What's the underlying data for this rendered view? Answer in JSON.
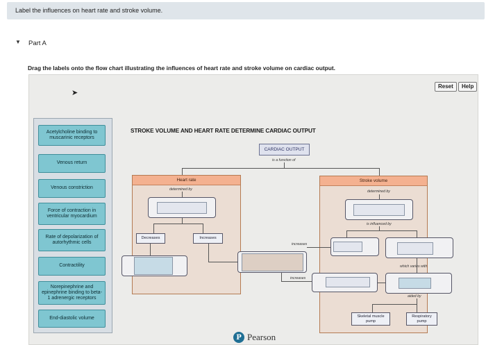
{
  "banner": {
    "text": "Label the influences on heart rate and stroke volume."
  },
  "part": {
    "toggle_icon": "triangle-down-icon",
    "label": "Part A"
  },
  "instructions": "Drag the labels onto the flow chart illustrating the influences of heart rate and stroke volume on cardiac output.",
  "toolbar": {
    "reset": "Reset",
    "help": "Help"
  },
  "labels": [
    "Acetylcholine binding to muscarinic receptors",
    "Venous return",
    "Venous constriction",
    "Force of contraction in ventricular myocardium",
    "Rate of depolarization of autorhythmic cells",
    "Contractility",
    "Norepinephrine and epinephrine binding to beta-1 adrenergic receptors",
    "End-diastolic volume"
  ],
  "chart": {
    "title": "STROKE VOLUME AND HEART RATE DETERMINE CARDIAC OUTPUT",
    "cardiac_output": "CARDIAC OUTPUT",
    "is_function_of": "is a function of",
    "heart_rate": "Heart rate",
    "hr_determined_by": "determined by",
    "stroke_volume": "Stroke volume",
    "sv_determined_by": "determined by",
    "is_influenced_by": "is influenced by",
    "decreases": "Decreases",
    "increases_hr": "Increases",
    "increases_1": "increases",
    "increases_2": "increases",
    "which_varies_with": "which varies with",
    "aided_by": "aided by",
    "skeletal_pump": "Skeletal muscle pump",
    "respiratory_pump": "Respiratory pump"
  },
  "footer": {
    "brand": "Pearson",
    "logo_letter": "P"
  }
}
